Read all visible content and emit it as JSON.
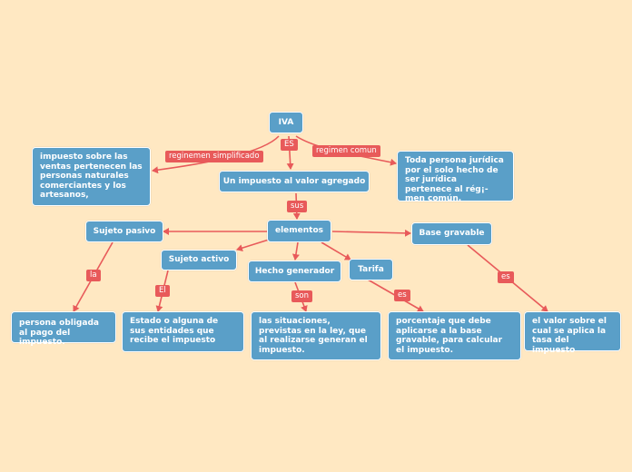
{
  "nodes": {
    "iva": "IVA",
    "impuesto_valor_agregado": "Un impuesto al valor agregado",
    "elementos": "elementos",
    "sujeto_pasivo": "Sujeto pasivo",
    "sujeto_activo": "Sujeto activo",
    "hecho_generador": "Hecho generador",
    "tarifa": "Tarifa",
    "base_gravable": "Base gravable",
    "regimen_simplificado_desc": "impuesto sobre las ventas pertenecen las personas  naturales comerciantes  y  los artesanos,",
    "regimen_comun_desc": "Toda persona jurídica por el solo hecho de ser jurídica pertenece al rég¡-men común.",
    "sujeto_pasivo_desc": "persona obligada al pago del impuesto.",
    "sujeto_activo_desc": "Estado o alguna de sus entidades que recibe el impuesto",
    "hecho_generador_desc": "las situaciones, previstas en la ley, que al realizarse generan el impuesto.",
    "tarifa_desc": "porcentaje que debe aplicarse a la base gravable, para calcular el impuesto.",
    "base_gravable_desc": "el valor sobre el cual se aplica la tasa del impuesto"
  },
  "edge_labels": {
    "es_main": "ES",
    "regimen_simplificado": "reginemen simplificado",
    "regimen_comun": "regimen comun",
    "sus": "sus",
    "la": "la",
    "el": "El",
    "son": "son",
    "es_tarifa": "es",
    "es_base": "es"
  },
  "colors": {
    "background": "#FFE8C2",
    "node_fill": "#5A9FC8",
    "node_border": "#FFFFFF",
    "connector": "#E85A5A",
    "label_fill": "#E85A5A"
  }
}
